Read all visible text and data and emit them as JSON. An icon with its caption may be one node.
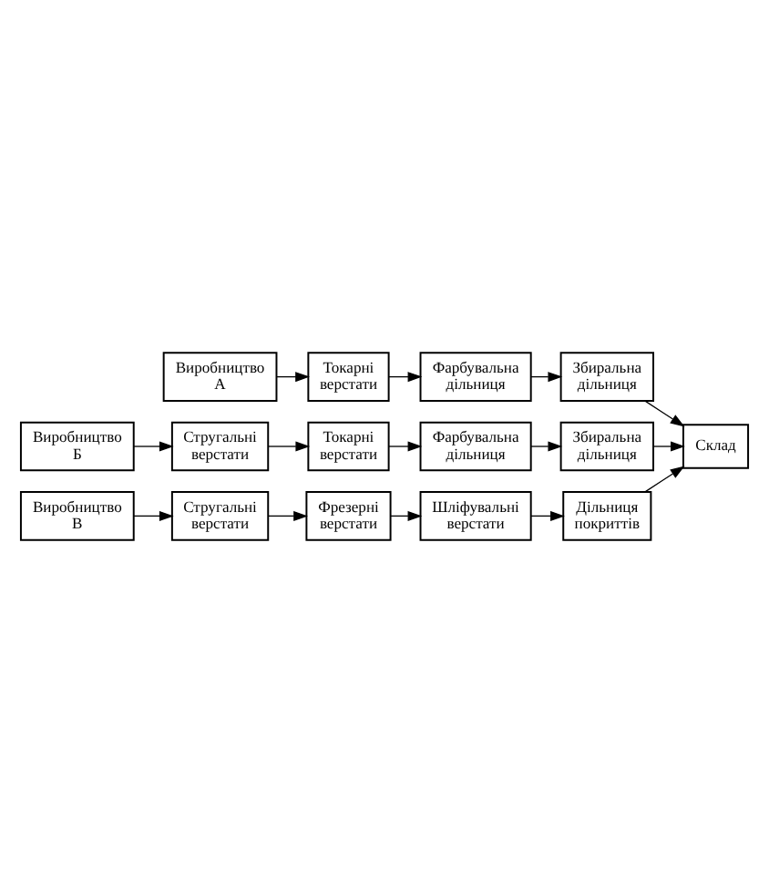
{
  "diagram": {
    "nodes": [
      {
        "text": [
          "Виробництво А"
        ]
      },
      {
        "text": [
          "Токарні верстати"
        ]
      },
      {
        "text": [
          "Фарбувальна дільниця"
        ]
      },
      {
        "text": [
          "Збиральна дільниця"
        ]
      },
      {
        "text": [
          "Виробництво Б"
        ]
      },
      {
        "text": [
          "Стругальні верстати"
        ]
      },
      {
        "text": [
          "Токарні верстати"
        ]
      },
      {
        "text": [
          "Фарбувальна дільниця"
        ]
      },
      {
        "text": [
          "Збиральна дільниця"
        ]
      },
      {
        "text": [
          "Виробництво В"
        ]
      },
      {
        "text": [
          "Стругальні верстати"
        ]
      },
      {
        "text": [
          "Фрезерні верстати"
        ]
      },
      {
        "text": [
          "Шліфувальні верстати"
        ]
      },
      {
        "text": [
          "Дільниця покриттів"
        ]
      },
      {
        "text": [
          "Склад"
        ]
      }
    ],
    "edges": [
      {
        "from": 0,
        "to": 1,
        "arrow": "to"
      },
      {
        "from": 1,
        "to": 2,
        "arrow": "to"
      },
      {
        "from": 2,
        "to": 3,
        "arrow": "to"
      },
      {
        "from": 4,
        "to": 5,
        "arrow": "to"
      },
      {
        "from": 5,
        "to": 6,
        "arrow": "to"
      },
      {
        "from": 6,
        "to": 7,
        "arrow": "to"
      },
      {
        "from": 7,
        "to": 8,
        "arrow": "to"
      },
      {
        "from": 9,
        "to": 10,
        "arrow": "to"
      },
      {
        "from": 10,
        "to": 11,
        "arrow": "to"
      },
      {
        "from": 11,
        "to": 12,
        "arrow": "to"
      },
      {
        "from": 12,
        "to": 13,
        "arrow": "to"
      },
      {
        "from": 3,
        "to": 14,
        "arrow": "to"
      },
      {
        "from": 8,
        "to": 14,
        "arrow": "to"
      },
      {
        "from": 13,
        "to": 14,
        "arrow": "to"
      }
    ]
  }
}
